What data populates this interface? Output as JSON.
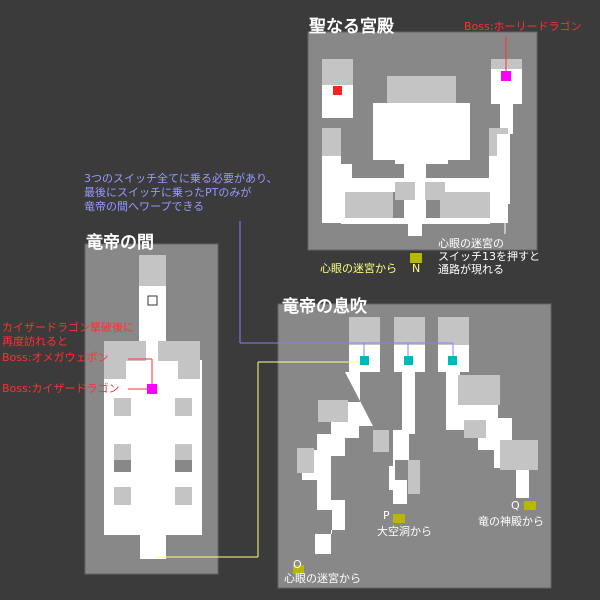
{
  "titles": {
    "holy_palace": "聖なる宮殿",
    "dragon_emperor_hall": "竜帝の間",
    "dragon_emperor_breath": "竜帝の息吹"
  },
  "labels": {
    "holy_boss": "Boss:ホーリードラゴン",
    "switch_note": [
      "3つのスイッチ全てに乗る必要があり、",
      "最後にスイッチに乗ったPTのみが",
      "竜帝の間へワープできる"
    ],
    "mind_eye_from_n": "心眼の迷宮から",
    "marker_n": "N",
    "switch13_note": [
      "心眼の迷宮の",
      "スイッチ13を押すと",
      "通路が現れる"
    ],
    "kaiser_defeat_note": [
      "カイザードラゴン撃破後に",
      "再度訪れると",
      "Boss:オメガウェポン"
    ],
    "kaiser_boss": "Boss:カイザードラゴン",
    "marker_p": "P",
    "from_great_cave": "大空洞から",
    "marker_q": "Q",
    "from_dragon_shrine": "竜の神殿から",
    "marker_o": "O",
    "mind_eye_from_o": "心眼の迷宮から"
  },
  "colors": {
    "background": "#3b3b3b",
    "panel": "#888888",
    "floor": "#ffffff",
    "wall": "#c4c4c4",
    "boss_marker": "#ff00ff",
    "switch_marker": "#00b8b8",
    "entrance_marker": "#b8b800",
    "red_point": "#ff2020",
    "blue_line": "#8080ff",
    "yellow_line": "#ffff80"
  }
}
